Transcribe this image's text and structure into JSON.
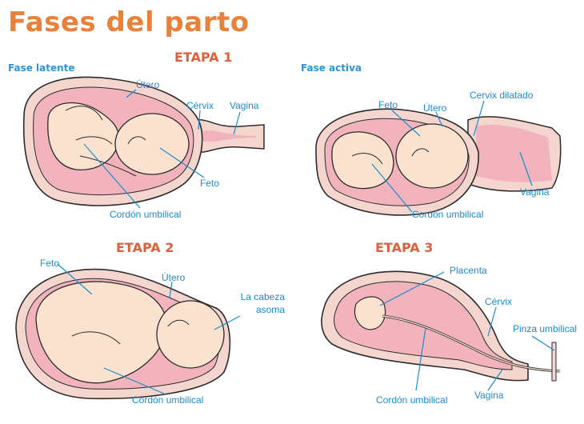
{
  "title": "Fases del parto",
  "stages": {
    "etapa1": "ETAPA 1",
    "etapa2": "ETAPA 2",
    "etapa3": "ETAPA 3"
  },
  "phases": {
    "latente": "Fase latente",
    "activa": "Fase activa"
  },
  "labels": {
    "s1_utero": "Útero",
    "s1_cervix": "Cérvix",
    "s1_vagina": "Vagina",
    "s1_feto": "Feto",
    "s1_cordon": "Cordón umbilical",
    "s1b_feto": "Feto",
    "s1b_utero": "Útero",
    "s1b_cervix": "Cervix dilatado",
    "s1b_vagina": "Vagina",
    "s1b_cordon": "Cordón umbilical",
    "s2_feto": "Feto",
    "s2_utero": "Útero",
    "s2_cabeza_1": "La cabeza",
    "s2_cabeza_2": "asoma",
    "s2_cordon": "Cordón umbilical",
    "s3_placenta": "Placenta",
    "s3_cervix": "Cérvix",
    "s3_pinza": "Pinza umbilical",
    "s3_cordon": "Cordón umbilical",
    "s3_vagina": "Vagina"
  },
  "colors": {
    "title": "#e8823a",
    "stage": "#e0603a",
    "label": "#1a8ccf",
    "uterus_wall": "#f5d6cf",
    "uterus_inner": "#f2b3bd",
    "skin": "#fbe2cf",
    "outline": "#2b2b2b"
  }
}
